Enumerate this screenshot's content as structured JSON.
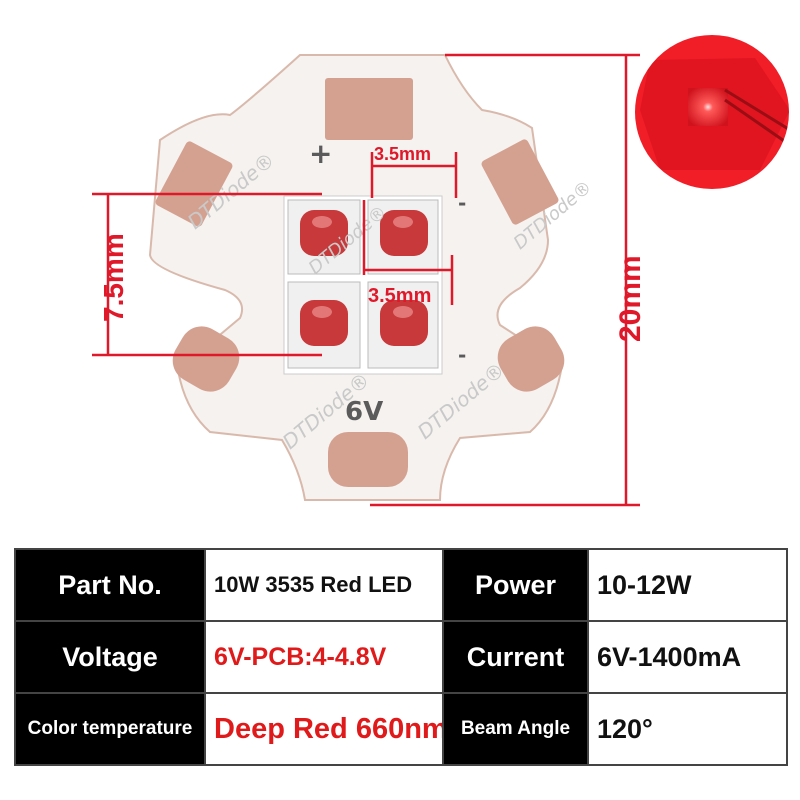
{
  "dimensions": {
    "pad_spacing_top": "3.5mm",
    "pad_spacing_mid": "3.5mm",
    "height_left": "7.5mm",
    "board_diameter": "20mm"
  },
  "pcb_labels": {
    "plus": "+",
    "minus_top": "-",
    "minus_bottom": "-",
    "voltage_mark": "6V"
  },
  "watermark": "DTDiode®",
  "specs": {
    "part_no_label": "Part No.",
    "part_no_value": "10W  3535 Red LED",
    "power_label": "Power",
    "power_value": "10-12W",
    "voltage_label": "Voltage",
    "voltage_value": "6V-PCB:4-4.8V",
    "current_label": "Current",
    "current_value": "6V-1400mA",
    "color_temp_label": "Color temperature",
    "color_temp_value": "Deep Red 660nm",
    "beam_label": "Beam Angle",
    "beam_value": "120°"
  },
  "colors": {
    "accent_red": "#e0192a",
    "board": "#f5f2ef",
    "copper": "#d4a190",
    "led_red": "#c7393a",
    "table_header": "#000000"
  }
}
